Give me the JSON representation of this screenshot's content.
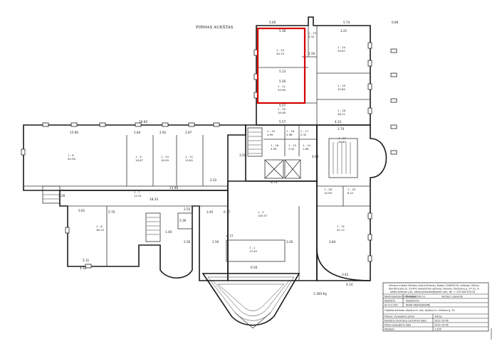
{
  "plan_title": "PIRMAS AUKŠTAS",
  "rooms": [
    {
      "id": "r1-22",
      "num": "1 - 22",
      "area": "39.79"
    },
    {
      "id": "r1-21",
      "num": "1 - 21",
      "area": "34.96"
    },
    {
      "id": "r1-23",
      "num": "1 - 23",
      "area": "5.32"
    },
    {
      "id": "r1-24",
      "num": "1 - 24",
      "area": "29.67"
    },
    {
      "id": "r1-25",
      "num": "1 - 25",
      "area": "15.80"
    },
    {
      "id": "r1-26",
      "num": "1 - 26",
      "area": "26.21"
    },
    {
      "id": "r1-20",
      "num": "1 - 20",
      "area": "18.48"
    },
    {
      "id": "r1-8",
      "num": "1 - 8",
      "area": "49.56"
    },
    {
      "id": "r1-9",
      "num": "1 - 9",
      "area": "16.87"
    },
    {
      "id": "r1-10",
      "num": "1 - 10",
      "area": "16.99"
    },
    {
      "id": "r1-11",
      "num": "1 - 11",
      "area": "15.82"
    },
    {
      "id": "r1-7",
      "num": "1 - 7",
      "area": "12.51"
    },
    {
      "id": "r1-6",
      "num": "1 - 6",
      "area": "46.15"
    },
    {
      "id": "r1-2",
      "num": "1 - 2",
      "area": "105.57"
    },
    {
      "id": "r1-1",
      "num": "1 - 1",
      "area": "13.45"
    },
    {
      "id": "r1-27",
      "num": "1 - 27",
      "area": "18.62"
    },
    {
      "id": "r1-28",
      "num": "1 - 28",
      "area": "10.58"
    },
    {
      "id": "r1-29",
      "num": "1 - 29",
      "area": "8.21"
    },
    {
      "id": "r1-31",
      "num": "1 - 31",
      "area": "41.12"
    },
    {
      "id": "r1-19",
      "num": "1 - 19",
      "area": "4.99"
    },
    {
      "id": "r1-18",
      "num": "1 - 18",
      "area": "2.96"
    },
    {
      "id": "r1-17",
      "num": "1 - 17",
      "area": "2.32"
    },
    {
      "id": "r1-16",
      "num": "1 - 16",
      "area": "5.99"
    },
    {
      "id": "r1-15",
      "num": "1 - 15",
      "area": "3.20"
    },
    {
      "id": "r1-14",
      "num": "1 - 14",
      "area": "1.69"
    }
  ],
  "dimensions": [
    "5.60",
    "5.74",
    "5.36",
    "3.21",
    "5.13",
    "5.56",
    "5.57",
    "1.56",
    "0.89",
    "29.60",
    "15.96",
    "2.84",
    "2.92",
    "2.87",
    "18.34",
    "13.98",
    "6.73",
    "3.70",
    "4.23",
    "4.52",
    "2.56",
    "6.50",
    "3.42",
    "4.14",
    "6.77",
    "2.50",
    "3.20",
    "5.36",
    "5.70",
    "1.40",
    "5.61",
    "5.31",
    "2.52",
    "2.00",
    "0.77",
    "2.55",
    "3.50",
    "3.84",
    "4.63",
    "5.57",
    "3.45"
  ],
  "title_block": {
    "line1": "Vilniaus miesto Vilniaus centro finansų, Kodas 124602215, adresas: Vilnius",
    "line2": "Konstitucijos pr. 23-402 (kadastrinė adresas, Kaunas, Partizanų g. 97-31, A",
    "line3": "pašto adresas (-ai): statyvybioaikis@gmail.com, tel. + 370 604 87433",
    "row_left_1": "Nekilnojamojo turto kadastrinis nr.",
    "row_left_2": "Kadastro",
    "row_left_3": "ID 121 000",
    "col_pareigos": "Pareigos",
    "col_vardas": "Vardas ir pavardė",
    "role": "Kadastrinis",
    "name": "RENA ARŠAUSKIENĖ",
    "address": "Objekto adresas: Alytaus m. sav. Alytaus m. Vilniaus g. 31",
    "r1_label": "Planas: Vyraujama plona",
    "r1_value": "1kb1g",
    "r2_label": "Kadastro duomenų surinkimo data",
    "r2_value": "2022-10-06",
    "r3_label": "Plano parengimo data",
    "r3_value": "2022-10-06",
    "r4_label": "Mastelis",
    "r4_value": "1:300"
  },
  "scale_note": "1:300 Kg"
}
